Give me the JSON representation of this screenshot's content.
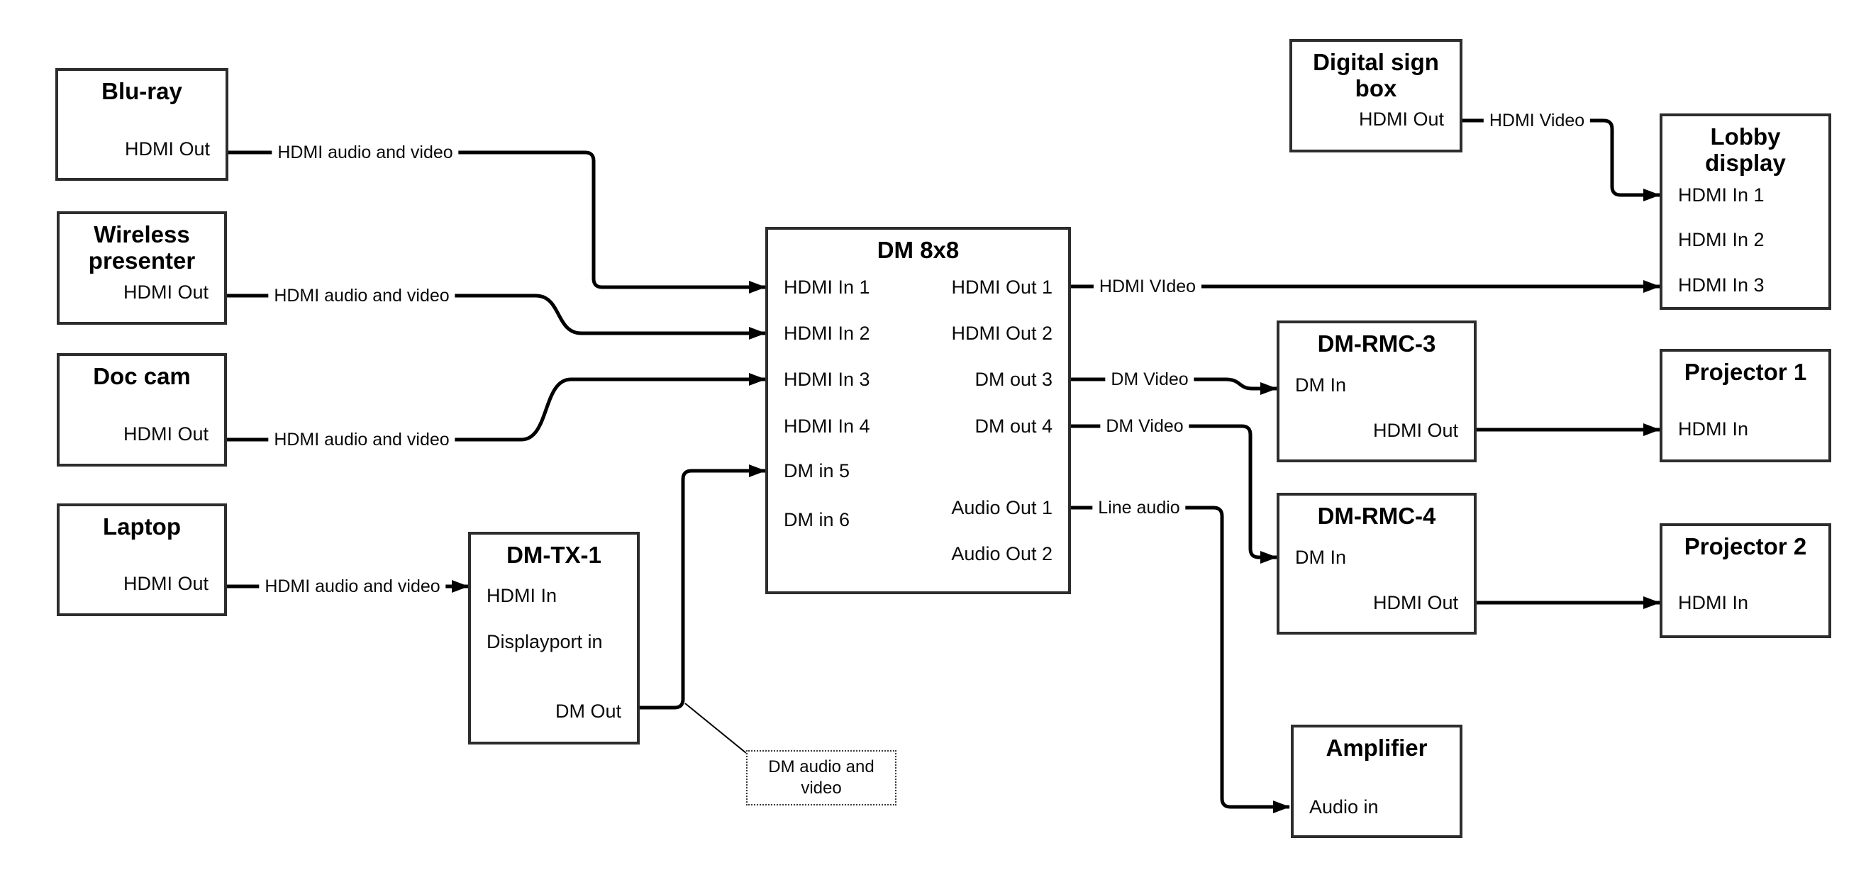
{
  "colors": {
    "line": "#000000",
    "box_border": "#2d2d2d",
    "text": "#000000",
    "background": "#ffffff"
  },
  "boxes": {
    "bluray": {
      "title": "Blu-ray",
      "port_out": "HDMI Out"
    },
    "wireless": {
      "title": "Wireless presenter",
      "port_out": "HDMI Out"
    },
    "doccam": {
      "title": "Doc cam",
      "port_out": "HDMI Out"
    },
    "laptop": {
      "title": "Laptop",
      "port_out": "HDMI Out"
    },
    "dmtx1": {
      "title": "DM-TX-1",
      "port_hdmi_in": "HDMI In",
      "port_displayport_in": "Displayport in",
      "port_dm_out": "DM Out"
    },
    "dm8x8": {
      "title": "DM 8x8",
      "inputs": [
        "HDMI In 1",
        "HDMI In 2",
        "HDMI In 3",
        "HDMI In 4",
        "DM in 5",
        "DM in 6"
      ],
      "outputs": [
        "HDMI Out 1",
        "HDMI Out 2",
        "DM out 3",
        "DM out 4",
        "Audio Out 1",
        "Audio Out 2"
      ]
    },
    "digital_sign_box": {
      "title": "Digital sign box",
      "port_out": "HDMI Out"
    },
    "lobby_display": {
      "title": "Lobby display",
      "inputs": [
        "HDMI In 1",
        "HDMI In 2",
        "HDMI In 3"
      ]
    },
    "dm_rmc_3": {
      "title": "DM-RMC-3",
      "port_in": "DM In",
      "port_out": "HDMI Out"
    },
    "projector1": {
      "title": "Projector 1",
      "port_in": "HDMI In"
    },
    "dm_rmc_4": {
      "title": "DM-RMC-4",
      "port_in": "DM In",
      "port_out": "HDMI Out"
    },
    "projector2": {
      "title": "Projector 2",
      "port_in": "HDMI In"
    },
    "amplifier": {
      "title": "Amplifier",
      "port_in": "Audio in"
    }
  },
  "edge_labels": {
    "bluray_av": "HDMI audio and video",
    "wireless_av": "HDMI audio and video",
    "doccam_av": "HDMI audio and video",
    "laptop_av": "HDMI audio and video",
    "hdmi_video_main": "HDMI VIdeo",
    "dm_video_3": "DM Video",
    "dm_video_4": "DM Video",
    "line_audio": "Line audio",
    "hdmi_video_sign": "HDMI Video"
  },
  "annotation": {
    "text": "DM audio and video"
  }
}
